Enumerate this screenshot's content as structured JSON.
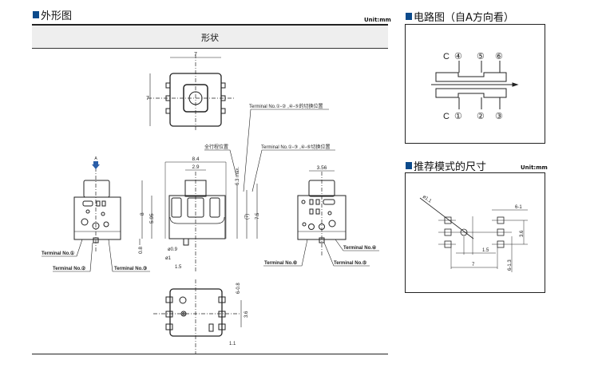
{
  "outline": {
    "title": "外形图",
    "unit": "Unit:mm",
    "column_header": "形状",
    "top_view": {
      "dim_width": "7",
      "dim_height": "7"
    },
    "side_view_a": {
      "arrow_label": "A",
      "terminals": [
        "Terminal No.①",
        "Terminal No.②",
        "Terminal No.③"
      ]
    },
    "side_view": {
      "dims": {
        "width": "8.4",
        "button": "2.9",
        "height": "8",
        "body_height": "5.95",
        "pin": "0.8",
        "hole": "ø0.9",
        "hole2": "ø1",
        "pitch": "1.5",
        "max": "6.3 max.",
        "mid": "(7)",
        "full": "7.5"
      },
      "callouts": {
        "full_travel": "全行程位置",
        "switch_13_46": "Terminal No.①-③ ,④-⑥切换位置",
        "switch_12_45": "Terminal No.①-② ,④-⑤的切换位置"
      }
    },
    "side_view_b": {
      "dim_width": "3.56",
      "terminals": [
        "Terminal No.④",
        "Terminal No.⑤",
        "Terminal No.⑥"
      ]
    },
    "bottom_view": {
      "dims": {
        "pad": "6-0.8",
        "pitch": "3.6",
        "offset": "1.1"
      }
    }
  },
  "circuit": {
    "title": "电路图（自A方向看）",
    "top_labels": [
      "C",
      "④",
      "⑤",
      "⑥"
    ],
    "bottom_labels": [
      "C",
      "①",
      "②",
      "③"
    ]
  },
  "pcb": {
    "title": "推荐模式的尺寸",
    "unit": "Unit:mm",
    "dims": {
      "hole": "ø1.1",
      "pad_w": "6-1",
      "pitch": "3.6",
      "offset": "1.5",
      "span": "7",
      "pad_h": "6-1.3"
    }
  },
  "colors": {
    "accent": "#0b4a8b"
  }
}
